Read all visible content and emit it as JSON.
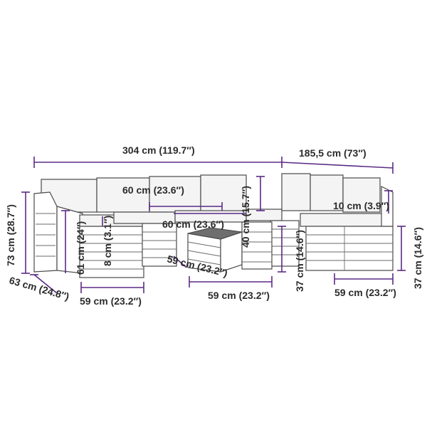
{
  "labels": {
    "total_width": "304 cm (119.7″)",
    "side_width": "185,5 cm (73″)",
    "back_cushion_width": "60 cm (23.6″)",
    "seat_cushion_width": "60 cm (23.6″)",
    "back_height_inner": "40 cm (15.7″)",
    "cushion_thickness_right": "10 cm (3.9″)",
    "total_height": "73 cm (28.7″)",
    "seat_height": "61 cm (24″)",
    "cushion_thickness": "8 cm (3.1″)",
    "depth": "63 cm (24.8″)",
    "left_width": "59 cm (23.2″)",
    "table_depth": "59 cm (23.2″)",
    "table_width": "59 cm (23.2″)",
    "table_height": "37 cm (14.6″)",
    "right_width": "59 cm (23.2″)",
    "right_height": "37 cm (14.6″)"
  },
  "colors": {
    "dimension_line": "#5b2a86",
    "label_text": "#2b2b2b"
  }
}
